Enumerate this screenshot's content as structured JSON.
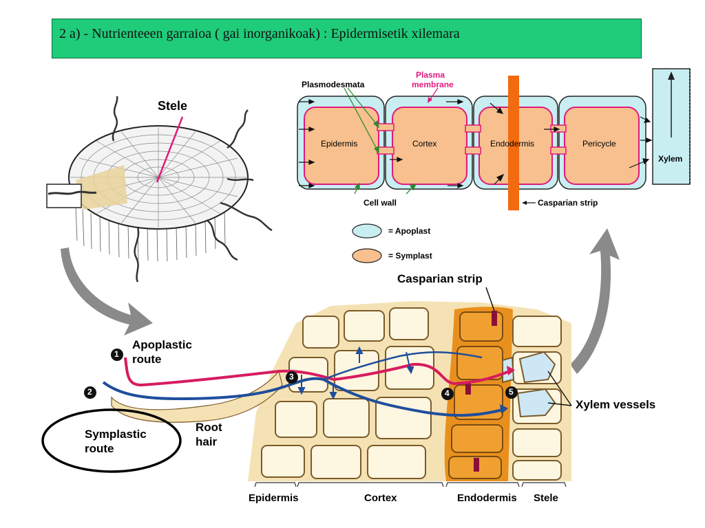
{
  "title": "2 a) - Nutrienteeen garraioa ( gai inorganikoak) : Epidermisetik xilemara",
  "top_diagram": {
    "labels": {
      "plasmodesmata": "Plasmodesmata",
      "plasma_membrane_1": "Plasma",
      "plasma_membrane_2": "membrane",
      "cell_wall": "Cell wall",
      "casparian_strip": "Casparian strip",
      "xylem": "Xylem"
    },
    "cells": [
      "Epidermis",
      "Cortex",
      "Endodermis",
      "Pericycle"
    ],
    "legend": [
      {
        "label": "= Apoplast",
        "color": "#c8eef2"
      },
      {
        "label": "= Symplast",
        "color": "#f7c08e"
      }
    ]
  },
  "root_diagram": {
    "stele_label": "Stele"
  },
  "bottom_diagram": {
    "casparian_strip": "Casparian strip",
    "apoplastic_1": "Apoplastic",
    "apoplastic_2": "route",
    "symplastic_1": "Symplastic",
    "symplastic_2": "route",
    "root_hair_1": "Root",
    "root_hair_2": "hair",
    "xylem_vessels": "Xylem vessels",
    "markers": [
      "1",
      "2",
      "3",
      "4",
      "5"
    ],
    "regions": [
      "Epidermis",
      "Cortex",
      "Endodermis",
      "Stele"
    ]
  },
  "colors": {
    "title_bg": "#1fcc7a",
    "apoplast": "#c8eef2",
    "symplast": "#f7c08e",
    "membrane": "#e0197d",
    "casparian": "#f26b0f",
    "apoplastic_route": "#d81b60",
    "symplastic_route": "#1f4e9c",
    "endodermis_bg": "#e8901e"
  }
}
